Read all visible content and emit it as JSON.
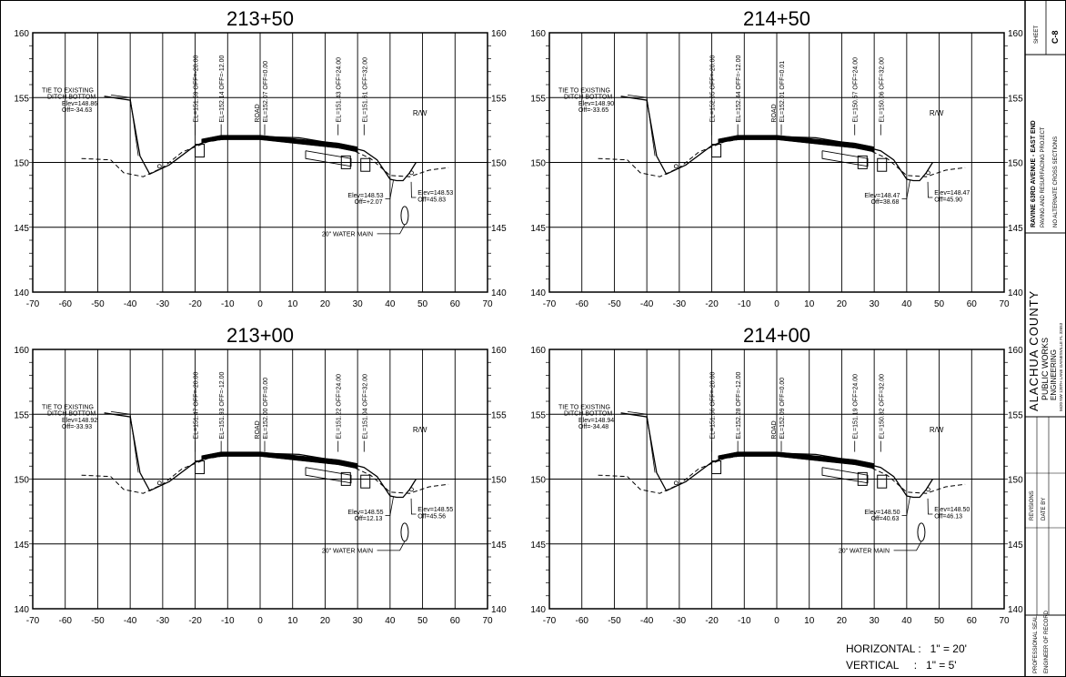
{
  "sections": [
    {
      "id": "213+50",
      "title": "213+50",
      "y_labels": [
        "160",
        "155",
        "150",
        "145",
        "140"
      ],
      "x_labels": [
        "-70",
        "-60",
        "-50",
        "-40",
        "-30",
        "-20",
        "-10",
        "0",
        "10",
        "20",
        "30",
        "40",
        "50",
        "60",
        "70"
      ],
      "vertical_annotations": [
        "EL=151.59 OFF=-20.00",
        "EL=152.14 OFF=-12.00",
        "ROAD",
        "EL=152.07 OFF=0.00",
        "EL=151.43 OFF=24.00",
        "EL=151.61 OFF=32.00"
      ],
      "callouts": {
        "tie": "TIE TO EXISTING",
        "ditch": "DITCH BOTTOM",
        "left_elev": "Elev=148.86",
        "left_off": "Off=-34.63",
        "rw": "R/W",
        "right_elev": "Elev=148.53",
        "right_off": "Off=+2.07",
        "far_elev": "Elev=148.53",
        "far_off": "Off=45.83",
        "water_main": "20\" WATER MAIN"
      }
    },
    {
      "id": "214+50",
      "title": "214+50",
      "y_labels": [
        "160",
        "155",
        "150",
        "145",
        "140"
      ],
      "x_labels": [
        "-70",
        "-60",
        "-50",
        "-40",
        "-30",
        "-20",
        "-10",
        "0",
        "10",
        "20",
        "30",
        "40",
        "50",
        "60",
        "70"
      ],
      "vertical_annotations": [
        "EL=152.05 OFF=-20.00",
        "EL=152.44 OFF=-12.00",
        "ROAD",
        "EL=152.01 OFF=0.01",
        "EL=150.57 OFF=24.00",
        "EL=150.06 OFF=32.00"
      ],
      "callouts": {
        "tie": "TIE TO EXISTING",
        "ditch": "DITCH BOTTOM",
        "left_elev": "Elev=148.90",
        "left_off": "Off=-33.65",
        "rw": "R/W",
        "right_elev": "Elev=148.47",
        "right_off": "Off=38.68",
        "far_elev": "Elev=148.47",
        "far_off": "Off=45.90"
      }
    },
    {
      "id": "213+00",
      "title": "213+00",
      "y_labels": [
        "160",
        "155",
        "150",
        "145",
        "140"
      ],
      "x_labels": [
        "-70",
        "-60",
        "-50",
        "-40",
        "-30",
        "-20",
        "-10",
        "0",
        "10",
        "20",
        "30",
        "40",
        "50",
        "60",
        "70"
      ],
      "vertical_annotations": [
        "EL=151.47 OFF=-20.00",
        "EL=151.93 OFF=-12.00",
        "ROAD",
        "EL=152.00 OFF=0.00",
        "EL=151.22 OFF=24.00",
        "EL=151.04 OFF=32.00"
      ],
      "callouts": {
        "tie": "TIE TO EXISTING",
        "ditch": "DITCH BOTTOM",
        "left_elev": "Elev=148.92",
        "left_off": "Off=-33.93",
        "rw": "R/W",
        "right_elev": "Elev=148.55",
        "right_off": "Off=12.13",
        "far_elev": "Elev=148.55",
        "far_off": "Off=45.56",
        "water_main": "20\" WATER MAIN"
      }
    },
    {
      "id": "214+00",
      "title": "214+00",
      "y_labels": [
        "160",
        "155",
        "150",
        "145",
        "140"
      ],
      "x_labels": [
        "-70",
        "-60",
        "-50",
        "-40",
        "-30",
        "-20",
        "-10",
        "0",
        "10",
        "20",
        "30",
        "40",
        "50",
        "60",
        "70"
      ],
      "vertical_annotations": [
        "EL=151.66 OFF=-20.00",
        "EL=152.28 OFF=-12.00",
        "ROAD",
        "EL=152.09 OFF=0.00",
        "EL=151.19 OFF=24.00",
        "EL=150.82 OFF=32.00"
      ],
      "callouts": {
        "tie": "TIE TO EXISTING",
        "ditch": "DITCH BOTTOM",
        "left_elev": "Elev=148.94",
        "left_off": "Off=-34.48",
        "rw": "R/W",
        "right_elev": "Elev=148.50",
        "right_off": "Off=40.63",
        "far_elev": "Elev=148.50",
        "far_off": "Off=46.13",
        "water_main": "20\" WATER MAIN"
      }
    }
  ],
  "scale": {
    "horizontal": "HORIZONTAL :   1\" = 20'",
    "vertical": "VERTICAL     :   1\" = 5'"
  },
  "title_block": {
    "project": "RAVINE 63RD AVENUE - EAST END",
    "project_sub": "PAVING AND RESURFACING PROJECT",
    "sheet_desc": "NO ALTERNATE CROSS SECTIONS",
    "agency": "ALACHUA COUNTY",
    "dept": "PUBLIC WORKS",
    "div": "ENGINEERING",
    "addr": "5620 NW 120TH LANE GAINESVILLE FL 32653",
    "sheet_label": "SHEET",
    "sheet_no": "C-8",
    "rev_a": "REVISIONS",
    "rev_b": "DATE  BY",
    "seal_a": "PROFESSIONAL SEAL",
    "seal_b": "ENGINEER OF RECORD"
  }
}
